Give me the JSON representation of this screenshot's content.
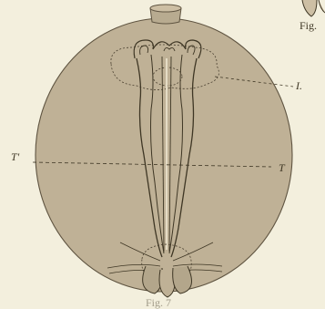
{
  "labels": {
    "l": "I.",
    "t_prime": "T'",
    "t": "T"
  },
  "captions": {
    "top_right": "Fig.",
    "bottom": "Fig. 7"
  },
  "colors": {
    "paper": "#f3efdd",
    "body_fill": "#bfb196",
    "ink": "#3e3624"
  }
}
